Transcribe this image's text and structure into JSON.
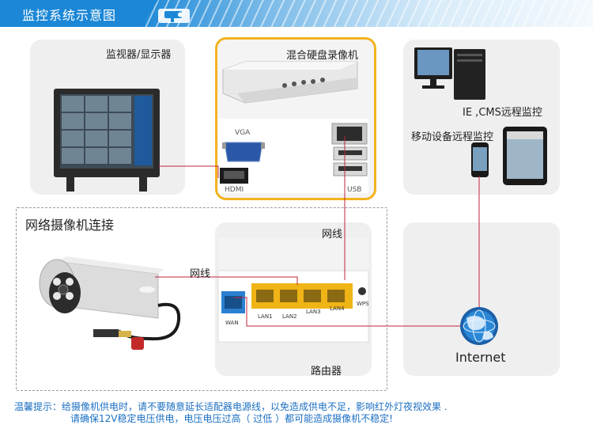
{
  "header": {
    "title": "监控系统示意图",
    "icon": "cctv-camera-icon"
  },
  "labels": {
    "monitor": "监视器/显示器",
    "dvr": "混合硬盘录像机",
    "vga": "VGA",
    "hdmi": "HDMI",
    "usb": "USB",
    "pc_monitoring": "IE ,CMS远程监控",
    "mobile_monitoring": "移动设备远程监控",
    "camera_section": "网络摄像机连接",
    "cable_camera": "网线",
    "cable_router": "网线",
    "router": "路由器",
    "internet": "Internet",
    "lan1": "LAN1",
    "lan2": "LAN2",
    "lan3": "LAN3",
    "lan4": "LAN4",
    "wan": "WAN",
    "wps": "WPS"
  },
  "footer": {
    "line1": "温馨提示：给摄像机供电时，请不要随意延长适配器电源线，以免造成供电不足，影响红外灯夜视效果 .",
    "line2": "请确保12V稳定电压供电，电压电压过高（ 过低 ）都可能造成摄像机不稳定!"
  },
  "colors": {
    "brand_blue": "#1b87d6",
    "highlight_border": "#f2b31f",
    "connector_line": "#c0243a",
    "lan_port": "#f0b416",
    "wan_port": "#2a7fd0"
  }
}
